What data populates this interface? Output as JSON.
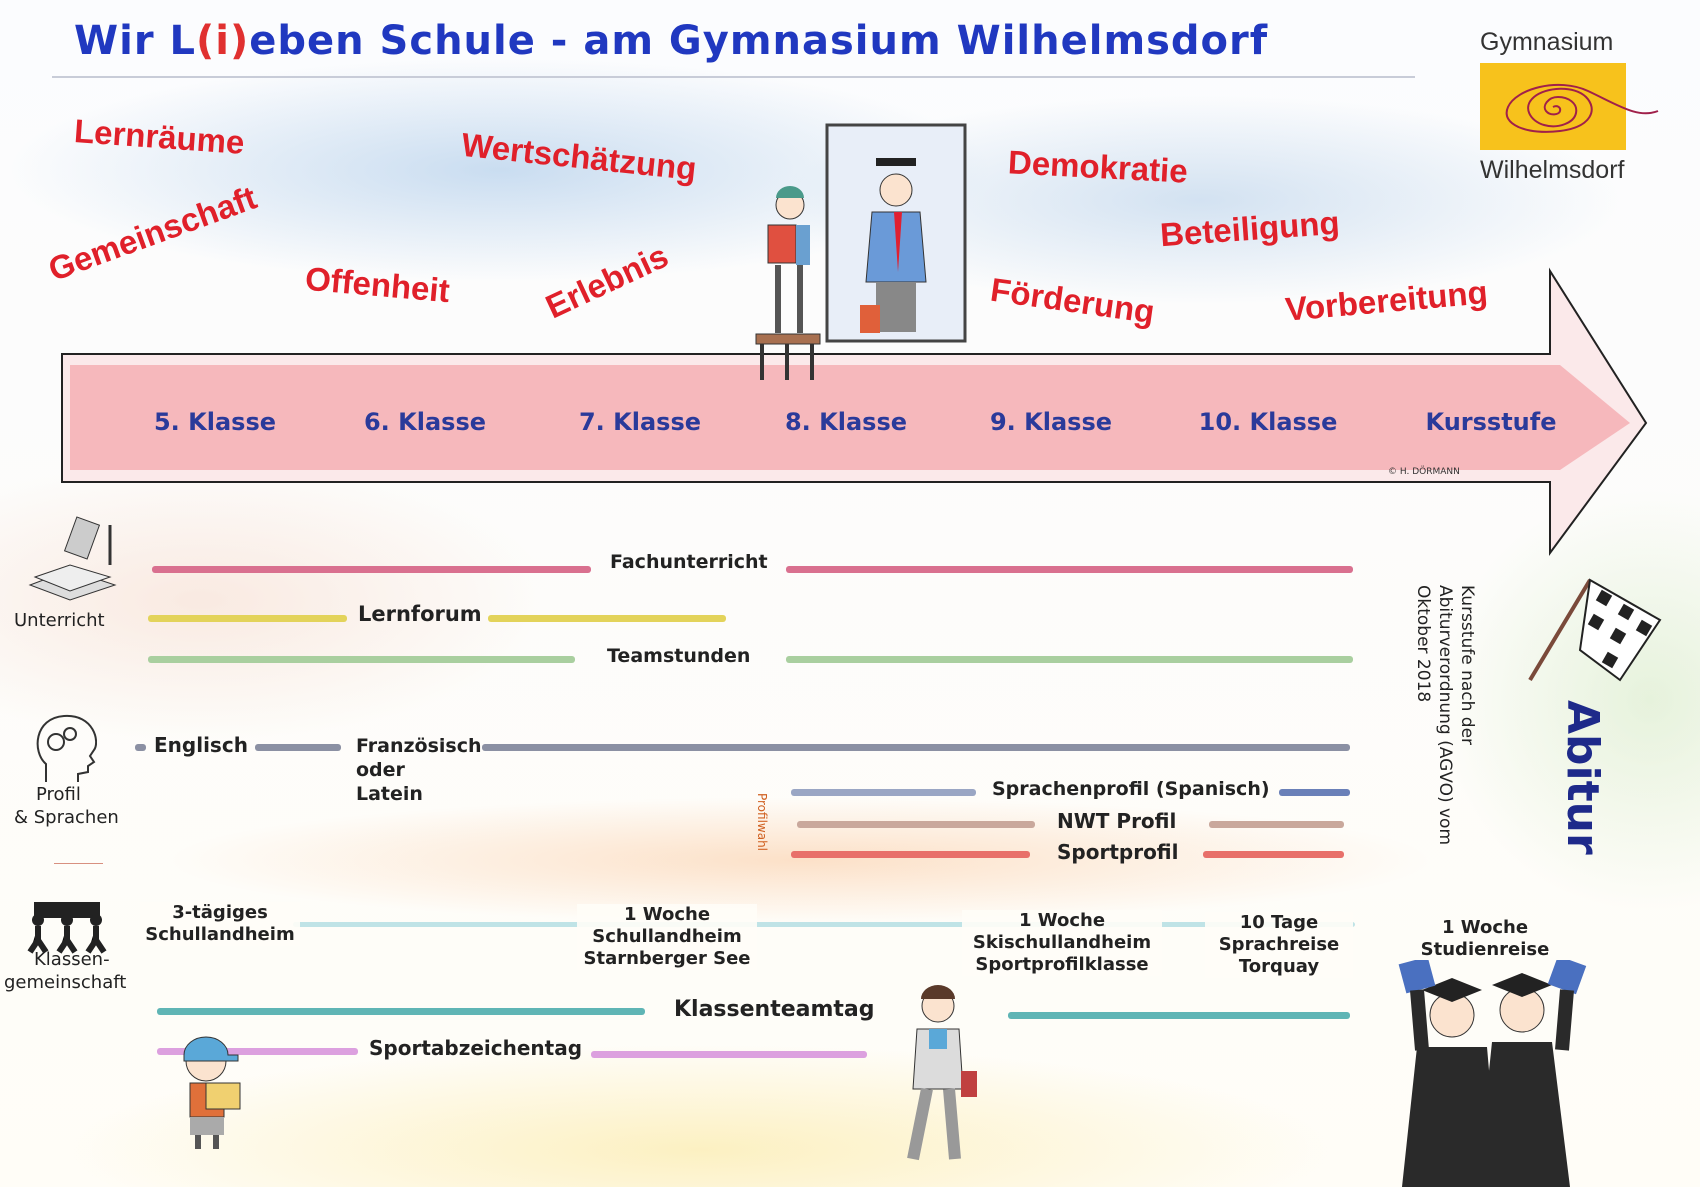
{
  "title": {
    "pre": "Wir L",
    "paren": "(i)",
    "post": "eben Schule - am Gymnasium Wilhelmsdorf"
  },
  "logo": {
    "top": "Gymnasium",
    "bottom": "Wilhelmsdorf"
  },
  "values": [
    "Lernräume",
    "Gemeinschaft",
    "Offenheit",
    "Wertschätzung",
    "Erlebnis",
    "Demokratie",
    "Beteiligung",
    "Förderung",
    "Vorbereitung"
  ],
  "grades": [
    "5. Klasse",
    "6. Klasse",
    "7. Klasse",
    "8. Klasse",
    "9. Klasse",
    "10. Klasse",
    "Kursstufe"
  ],
  "copyright": "© H. DÖRMANN",
  "categories": {
    "unterricht": "Unterricht",
    "profil1": "Profil",
    "profil2": "& Sprachen",
    "klassen1": "Klassen-",
    "klassen2": "gemeinschaft"
  },
  "unterricht": {
    "fach": "Fachunterricht",
    "lernforum": "Lernforum",
    "team": "Teamstunden"
  },
  "sprachen": {
    "englisch": "Englisch",
    "fr1": "Französisch",
    "fr2": "oder",
    "fr3": "Latein",
    "profilwahl": "Profilwahl",
    "spanisch": "Sprachenprofil (Spanisch)",
    "nwt": "NWT Profil",
    "sport": "Sportprofil"
  },
  "klassen": {
    "sl3": "3-tägiges Schullandheim",
    "starnberg": "1 Woche Schullandheim Starnberger See",
    "ski": "1 Woche Skischullandheim Sportprofilklasse",
    "torquay": "10 Tage Sprachreise Torquay",
    "studien": "1 Woche Studienreise",
    "teamtag": "Klassenteamtag",
    "sportabz": "Sportabzeichentag"
  },
  "abitur": {
    "label": "Abitur",
    "note": "Kursstufe nach der Abiturverordnung (AGVO) vom Oktober 2018"
  },
  "colors": {
    "title": "#2038c0",
    "values": "#e0202a",
    "grades": "#2a3a9a",
    "fach": "#d9708f",
    "lernforum": "#e3d35a",
    "team": "#a9cf9f",
    "sprachen": "#8b90a3",
    "spanisch": "#9aa6c4",
    "nwt": "#c9a89c",
    "sportprofil": "#e8706a",
    "fahrten": "#bfe3e6",
    "teamtag": "#5fb5b5",
    "sportabz": "#dca0df"
  }
}
